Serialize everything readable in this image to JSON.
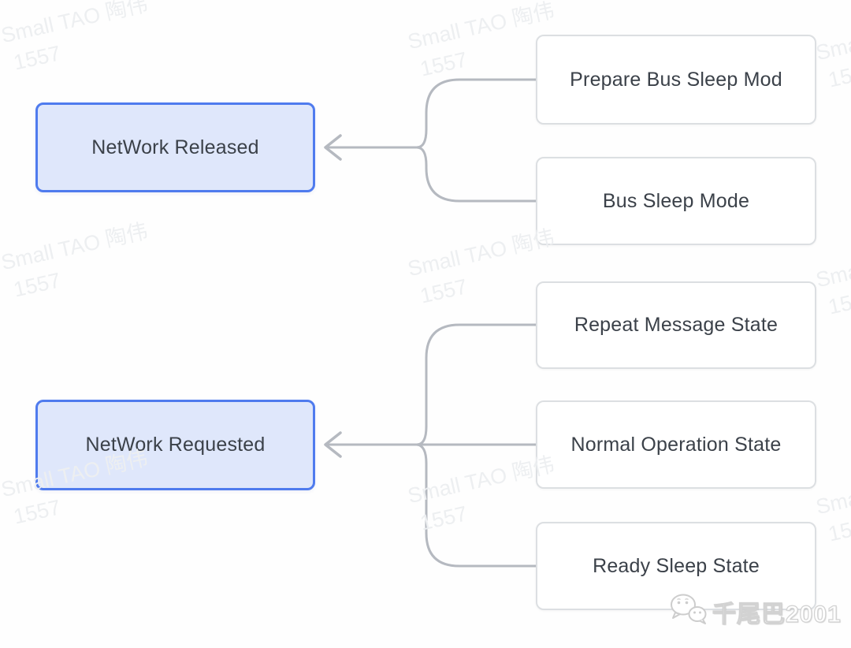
{
  "diagram": {
    "type": "mindmap",
    "direction": "right-to-left-arrows",
    "nodes": [
      {
        "label": "NetWork Released",
        "children": [
          {
            "label": "Prepare Bus Sleep Mod"
          },
          {
            "label": "Bus Sleep Mode"
          }
        ]
      },
      {
        "label": "NetWork Requested",
        "children": [
          {
            "label": "Repeat Message State"
          },
          {
            "label": "Normal Operation State"
          },
          {
            "label": "Ready Sleep State"
          }
        ]
      }
    ]
  },
  "watermark": {
    "line1": "Small TAO 陶伟",
    "line2": "1557"
  },
  "brand": {
    "label": "千尾巴2001",
    "icon": "wechat-icon"
  },
  "colors": {
    "node_fill": "#dfe7fb",
    "node_border": "#4f7bee",
    "box_border": "#dcdfe2",
    "connector": "#b5b9c0",
    "text": "#3b4149",
    "watermark": "#edeff1"
  }
}
